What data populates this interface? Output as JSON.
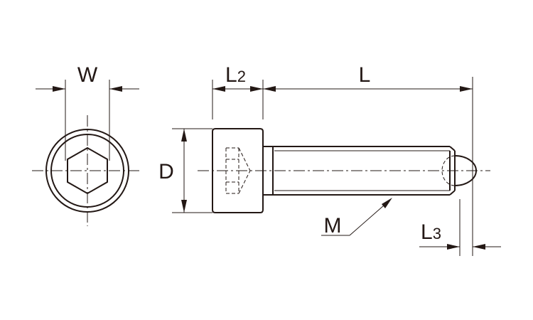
{
  "labels": {
    "w": "W",
    "l2_main": "L",
    "l2_sub": "2",
    "l": "L",
    "d": "D",
    "m": "M",
    "l3_main": "L",
    "l3_sub": "3"
  }
}
